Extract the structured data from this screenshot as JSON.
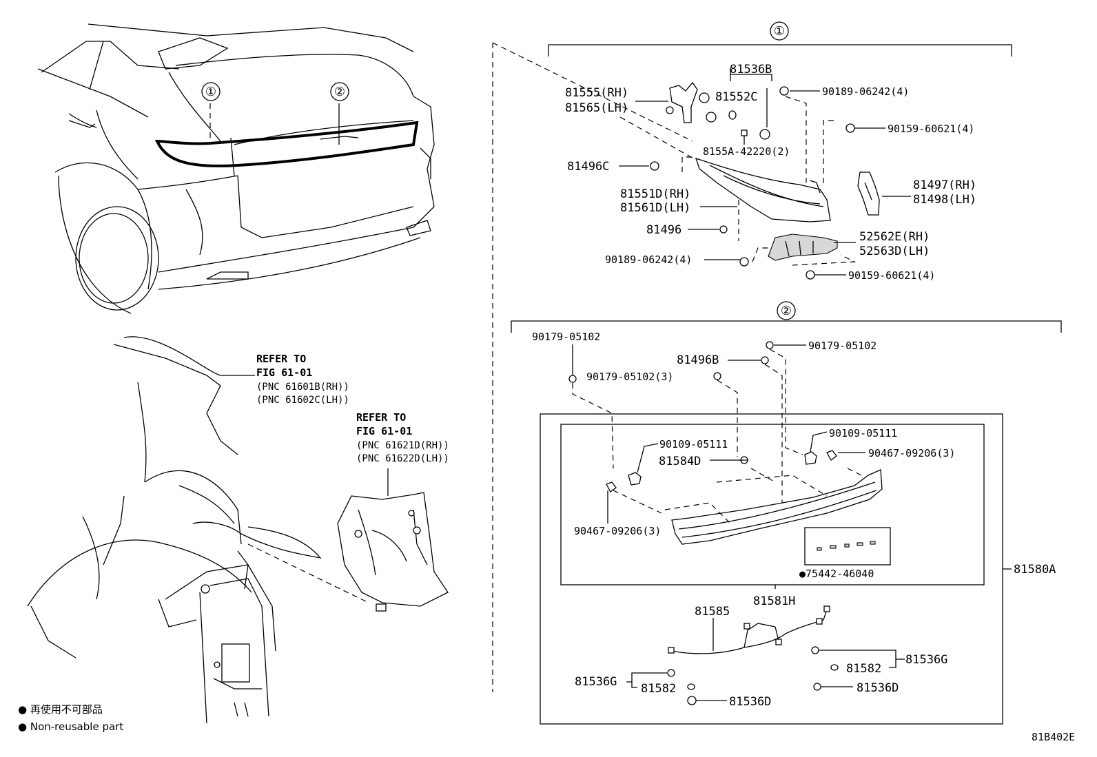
{
  "group1": {
    "marker": "①",
    "labels": {
      "p81536B": "81536B",
      "p81555": "81555(RH)",
      "p81565": "81565(LH)",
      "p81552C": "81552C",
      "p90189_top": "90189-06242(4)",
      "p90159_top": "90159-60621(4)",
      "p8155A": "8155A-42220(2)",
      "p81496C": "81496C",
      "p81551D": "81551D(RH)",
      "p81561D": "81561D(LH)",
      "p81496": "81496",
      "p81497": "81497(RH)",
      "p81498": "81498(LH)",
      "p52562E": "52562E(RH)",
      "p52563D": "52563D(LH)",
      "p90189_bot": "90189-06242(4)",
      "p90159_bot": "90159-60621(4)"
    }
  },
  "group2": {
    "marker": "②",
    "labels": {
      "p90179_a": "90179-05102",
      "p90179_b": "90179-05102",
      "p81496B": "81496B",
      "p90179_c": "90179-05102(3)",
      "p90109_a": "90109-05111",
      "p90109_b": "90109-05111",
      "p81584D": "81584D",
      "p90467_a": "90467-09206(3)",
      "p90467_b": "90467-09206(3)",
      "p75442": "●75442-46040",
      "p81580A": "81580A",
      "p81581H": "81581H",
      "p81585": "81585",
      "p81536G_a": "81536G",
      "p81582_a": "81582",
      "p81536G_b": "81536G",
      "p81582_b": "81582",
      "p81536D_a": "81536D",
      "p81536D_b": "81536D"
    }
  },
  "vehicle": {
    "marker1": "①",
    "marker2": "②"
  },
  "refer_a": {
    "line1": "REFER TO",
    "line2": "FIG 61-01",
    "pnc1": "(PNC 61601B(RH))",
    "pnc2": "(PNC 61602C(LH))"
  },
  "refer_b": {
    "line1": "REFER TO",
    "line2": "FIG 61-01",
    "pnc1": "(PNC 61621D(RH))",
    "pnc2": "(PNC 61622D(LH))"
  },
  "legend": {
    "jp": "● 再使用不可部品",
    "en": "● Non-reusable part"
  },
  "figure_code": "81B402E"
}
